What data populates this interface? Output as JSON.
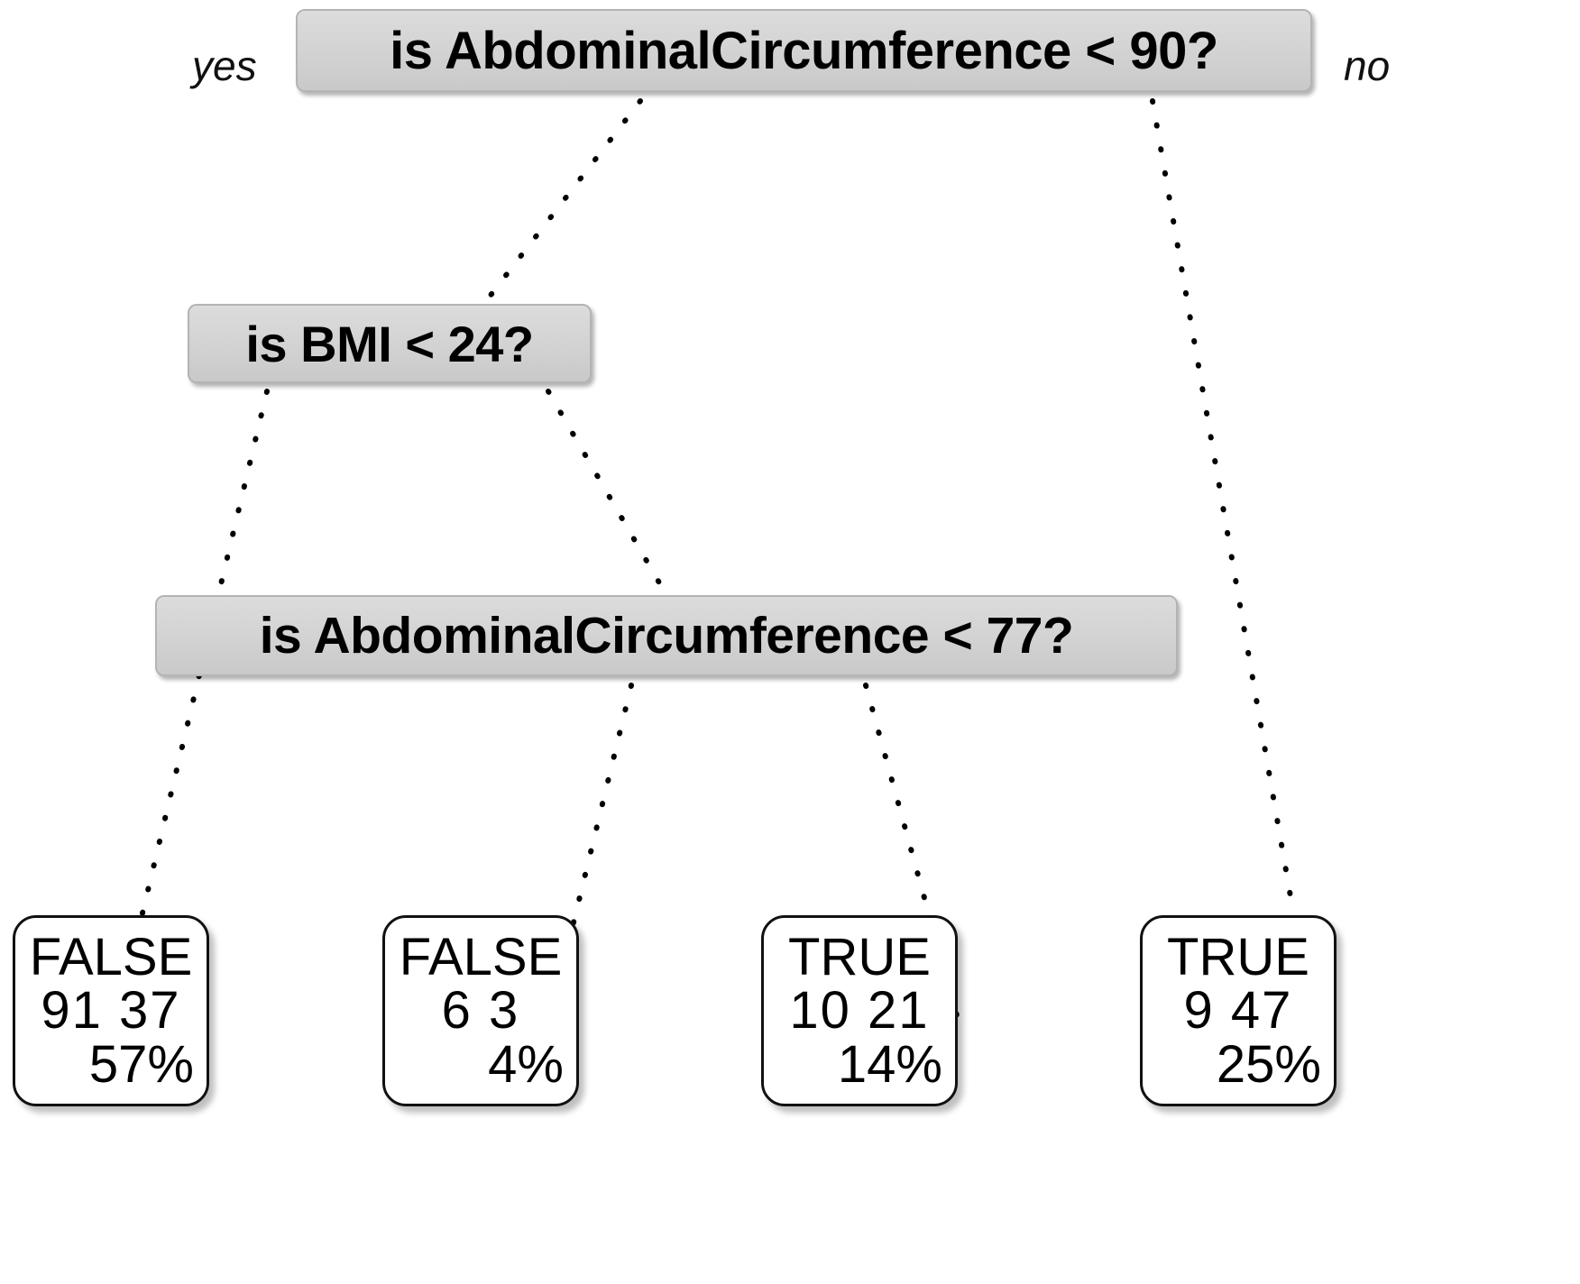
{
  "diagram": {
    "type": "decision-tree",
    "branch_labels": {
      "left": "yes",
      "right": "no"
    },
    "nodes": [
      {
        "id": "root",
        "kind": "decision",
        "text": "is AbdominalCircumference < 90?"
      },
      {
        "id": "bmi",
        "kind": "decision",
        "text": "is BMI < 24?"
      },
      {
        "id": "ac77",
        "kind": "decision",
        "text": "is AbdominalCircumference < 77?"
      }
    ],
    "leaves": [
      {
        "id": "leaf1",
        "label": "FALSE",
        "counts": "91  37",
        "percent": "57%"
      },
      {
        "id": "leaf2",
        "label": "FALSE",
        "counts": "6  3",
        "percent": "4%"
      },
      {
        "id": "leaf3",
        "label": "TRUE",
        "counts": "10  21",
        "percent": "14%"
      },
      {
        "id": "leaf4",
        "label": "TRUE",
        "counts": "9  47",
        "percent": "25%"
      }
    ],
    "colors": {
      "decision_fill": "#d4d4d4",
      "decision_border": "#b4b4b4",
      "leaf_fill": "#ffffff",
      "leaf_border": "#111111",
      "edge": "#000000",
      "background": "#ffffff"
    }
  }
}
